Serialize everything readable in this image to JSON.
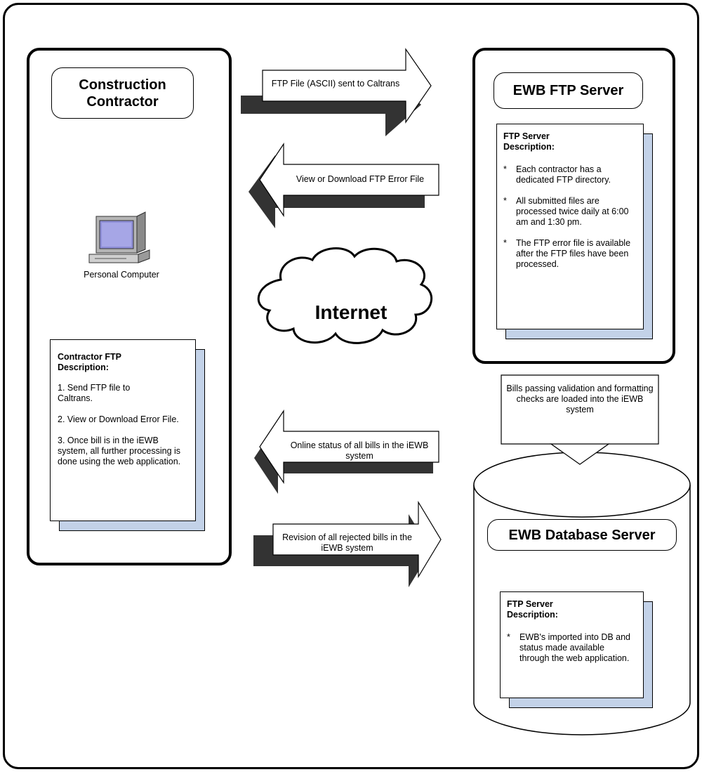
{
  "contractor": {
    "title": "Construction Contractor",
    "computer_label": "Personal Computer",
    "note": {
      "heading": "Contractor FTP Description:",
      "items": [
        "1.  Send FTP file to Caltrans.",
        "2.  View or Download Error File.",
        "3.  Once bill is in the iEWB system, all further processing is done  using the web application."
      ]
    }
  },
  "ftp_server": {
    "title": "EWB FTP Server",
    "note": {
      "heading": "FTP Server Description:",
      "items": [
        "Each contractor has a dedicated FTP directory.",
        "All submitted files are processed twice daily at 6:00 am and 1:30 pm.",
        "The FTP error file is available after the FTP files have been processed."
      ]
    }
  },
  "internet_label": "Internet",
  "arrows": {
    "ftp_sent": "FTP File (ASCII) sent to Caltrans",
    "view_error": "View or Download FTP Error File",
    "online_status": "Online status of all bills in the iEWB system",
    "revision": "Revision of all rejected bills in the iEWB system",
    "validation": "Bills passing validation and formatting checks are loaded into the iEWB system"
  },
  "db_server": {
    "title": "EWB Database Server",
    "note": {
      "heading": "FTP Server Description:",
      "items": [
        "EWB's imported into DB and status made available through the web application."
      ]
    }
  },
  "colors": {
    "note_shadow": "#c3d2e8",
    "arrow_shadow": "#333333",
    "monitor_screen": "#8f8fd8"
  },
  "icons": {
    "computer": "personal-computer-icon",
    "cloud": "cloud-icon"
  }
}
